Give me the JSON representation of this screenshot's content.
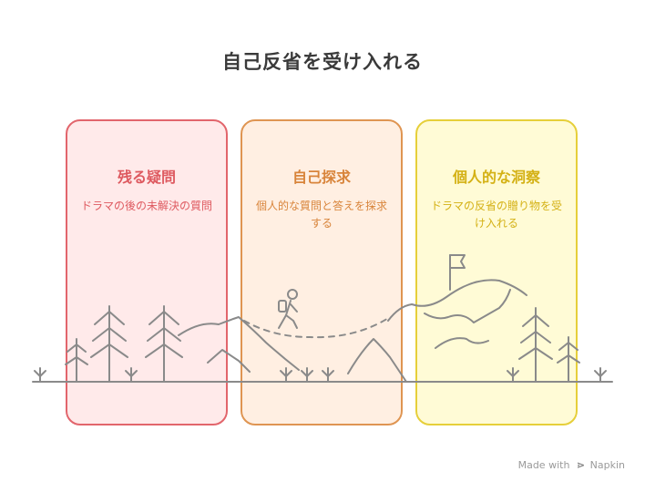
{
  "title": "自己反省を受け入れる",
  "panels": [
    {
      "title": "残る疑問",
      "description": "ドラマの後の未解決の質問"
    },
    {
      "title": "自己探求",
      "description": "個人的な質問と答えを探求する"
    },
    {
      "title": "個人的な洞察",
      "description": "ドラマの反省の贈り物を受け入れる"
    }
  ],
  "footer": {
    "made_with": "Made with",
    "brand": "Napkin"
  },
  "colors": {
    "red": "#e2656c",
    "orange": "#df9552",
    "yellow": "#e6cf3a",
    "line": "#8a8a8a"
  }
}
